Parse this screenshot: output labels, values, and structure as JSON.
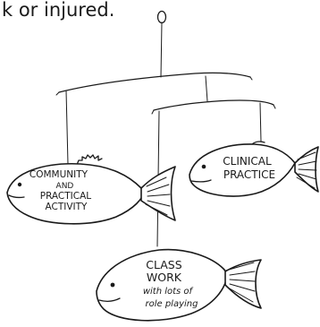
{
  "caption_fragment": "k or injured.",
  "fish": [
    {
      "id": "community",
      "lines": [
        "COMMUNITY",
        "AND",
        "PRACTICAL",
        "ACTIVITY"
      ]
    },
    {
      "id": "clinical",
      "lines": [
        "CLINICAL",
        "PRACTICE"
      ]
    },
    {
      "id": "classwork",
      "lines": [
        "CLASS",
        "WORK",
        "with lots of",
        "role playing"
      ]
    }
  ]
}
